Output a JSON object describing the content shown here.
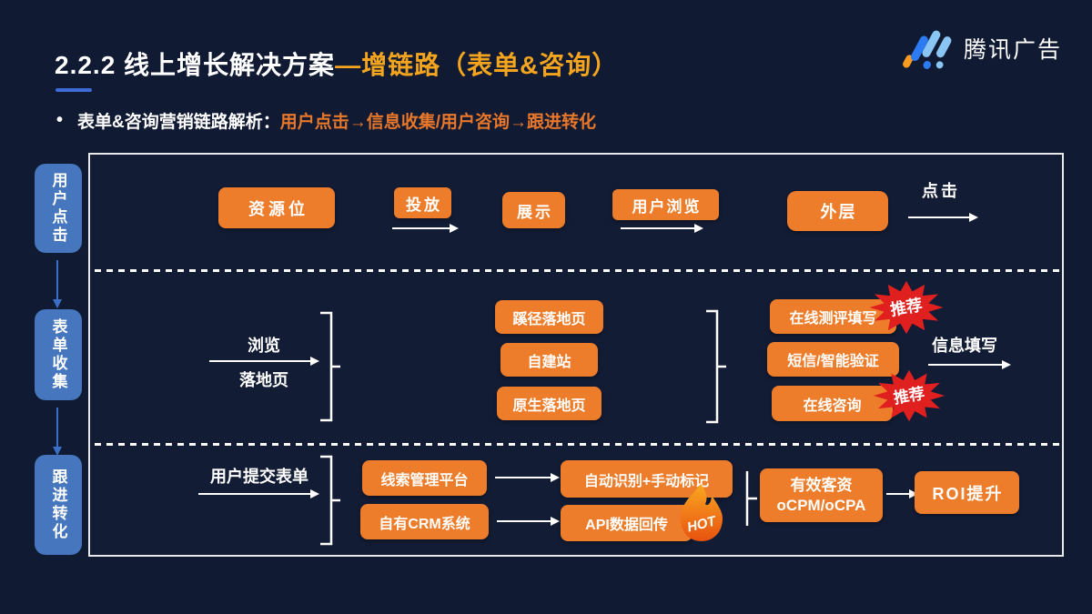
{
  "title": {
    "main": "2.2.2 线上增长解决方案",
    "highlight": "—增链路（表单&咨询）"
  },
  "bullet": {
    "dot": "•",
    "label": "表单&咨询营销链路解析：",
    "highlight": "用户点击→信息收集/用户咨询→跟进转化"
  },
  "logo": {
    "text": "腾讯广告"
  },
  "stages": [
    "用户点击",
    "表单收集",
    "跟进转化"
  ],
  "row1": {
    "resource": "资源位",
    "deliver": "投放",
    "display": "展示",
    "browse": "用户浏览",
    "outer": "外层",
    "click": "点击"
  },
  "row2": {
    "browse": "浏览",
    "landing": "落地页",
    "pages": [
      "蹊径落地页",
      "自建站",
      "原生落地页"
    ],
    "methods": [
      "在线测评填写",
      "短信/智能验证",
      "在线咨询"
    ],
    "recommend_badge": "推荐",
    "info_fill": "信息填写"
  },
  "row3": {
    "submit": "用户提交表单",
    "systems": [
      "线索管理平台",
      "自有CRM系统"
    ],
    "processing": [
      "自动识别+手动标记",
      "API数据回传"
    ],
    "hot_badge": "HOT",
    "result": [
      "有效客资",
      "oCPM/oCPA"
    ],
    "roi": "ROI提升"
  },
  "colors": {
    "background": "#111A33",
    "box_orange": "#ED7D2B",
    "title_gold": "#F5A51D",
    "text_orange": "#E8772A",
    "stage_blue": "#4677BE",
    "arrow_blue": "#3B6FC6",
    "badge_red": "#E01F1F",
    "underline_blue": "#3E6BD6",
    "panel_border": "#E9E9E9"
  }
}
